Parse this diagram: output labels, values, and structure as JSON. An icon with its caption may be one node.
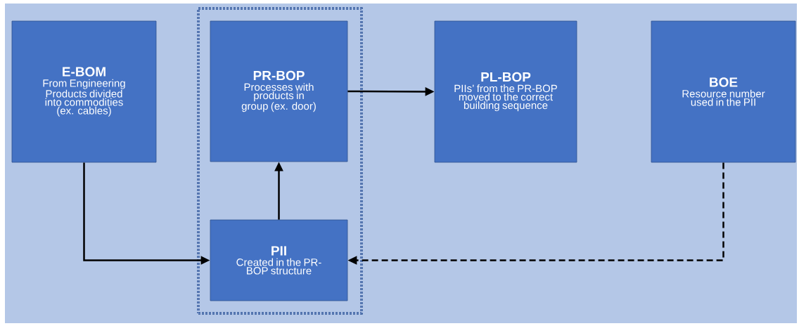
{
  "diagram": {
    "nodes": [
      {
        "text": [
          "E-BOM",
          "From Engineering Products divided into commodities (ex. cables)"
        ]
      },
      {
        "text": [],
        "shape": "box"
      },
      {
        "text": [
          "PR-BOP",
          "Processes with products in group (ex. door)"
        ],
        "in": 1
      },
      {
        "text": [
          "PII",
          "Created in the PR-BOP structure"
        ],
        "in": 1
      },
      {
        "text": [
          "PL-BOP",
          "PIIs’ from the PR-BOP moved to the correct building sequence"
        ]
      },
      {
        "text": [
          "BOE",
          "Resource number used in the PII"
        ]
      }
    ],
    "edges": [
      {
        "from": 0,
        "to": 3,
        "arrow": "to"
      },
      {
        "from": 3,
        "to": 2,
        "arrow": "to"
      },
      {
        "from": 2,
        "to": 4,
        "arrow": "to"
      },
      {
        "from": 5,
        "to": 3,
        "arrow": "to",
        "style": "dashed"
      }
    ]
  }
}
